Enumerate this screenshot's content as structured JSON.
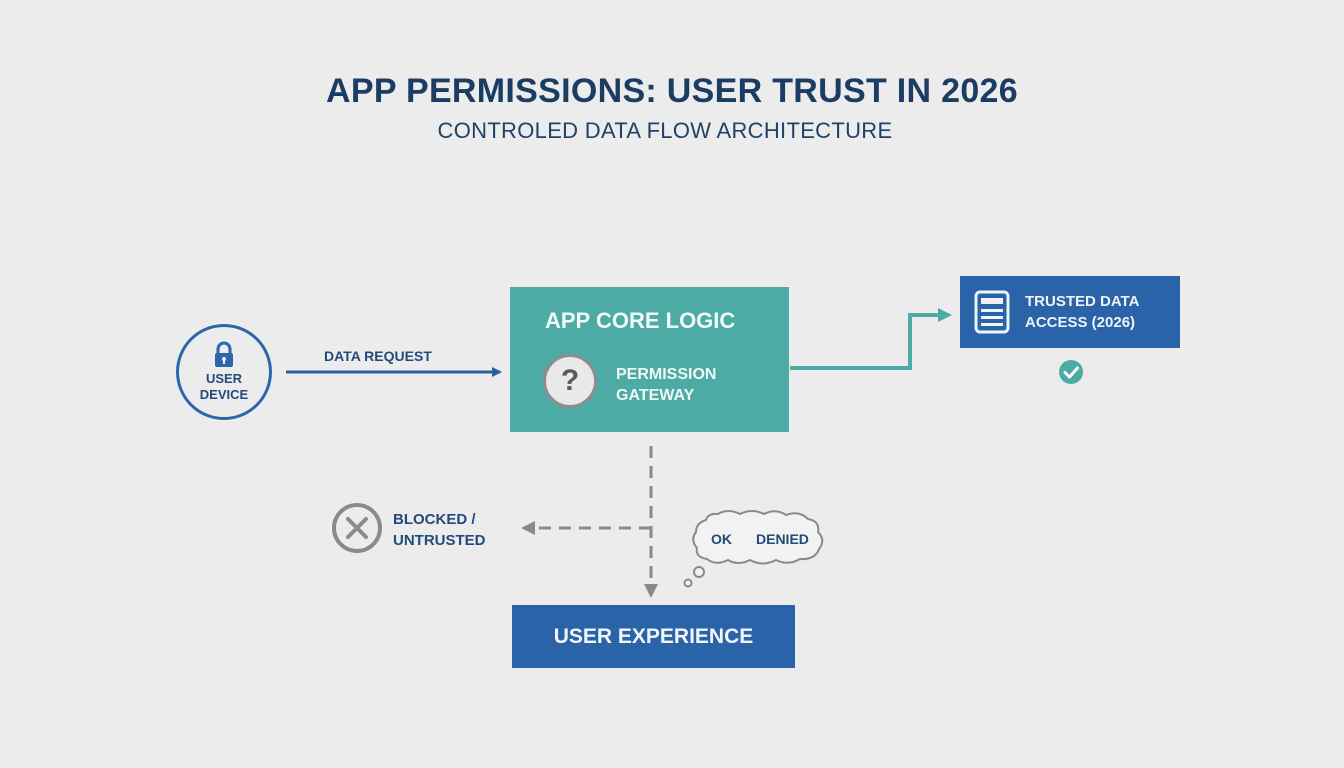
{
  "header": {
    "title": "APP PERMISSIONS: USER TRUST IN 2026",
    "subtitle": "CONTROLED DATA FLOW ARCHITECTURE"
  },
  "device": {
    "icon": "lock-icon",
    "label_line1": "USER",
    "label_line2": "DEVICE"
  },
  "request": {
    "label": "DATA REQUEST"
  },
  "core": {
    "title": "APP CORE LOGIC",
    "gateway_icon": "?",
    "gateway_line1": "PERMISSION",
    "gateway_line2": "GATEWAY"
  },
  "trusted": {
    "icon": "document-icon",
    "line1": "TRUSTED DATA",
    "line2": "ACCESS (2026)"
  },
  "blocked": {
    "icon": "x-circle-icon",
    "line1": "BLOCKED /",
    "line2": "UNTRUSTED"
  },
  "thought": {
    "ok": "OK",
    "denied": "DENIED"
  },
  "ux": {
    "label": "USER EXPERIENCE"
  },
  "colors": {
    "background": "#ececec",
    "navy_text": "#1c3d63",
    "blue": "#2a63a7",
    "teal": "#4daba5",
    "gray": "#8d8d8d"
  }
}
